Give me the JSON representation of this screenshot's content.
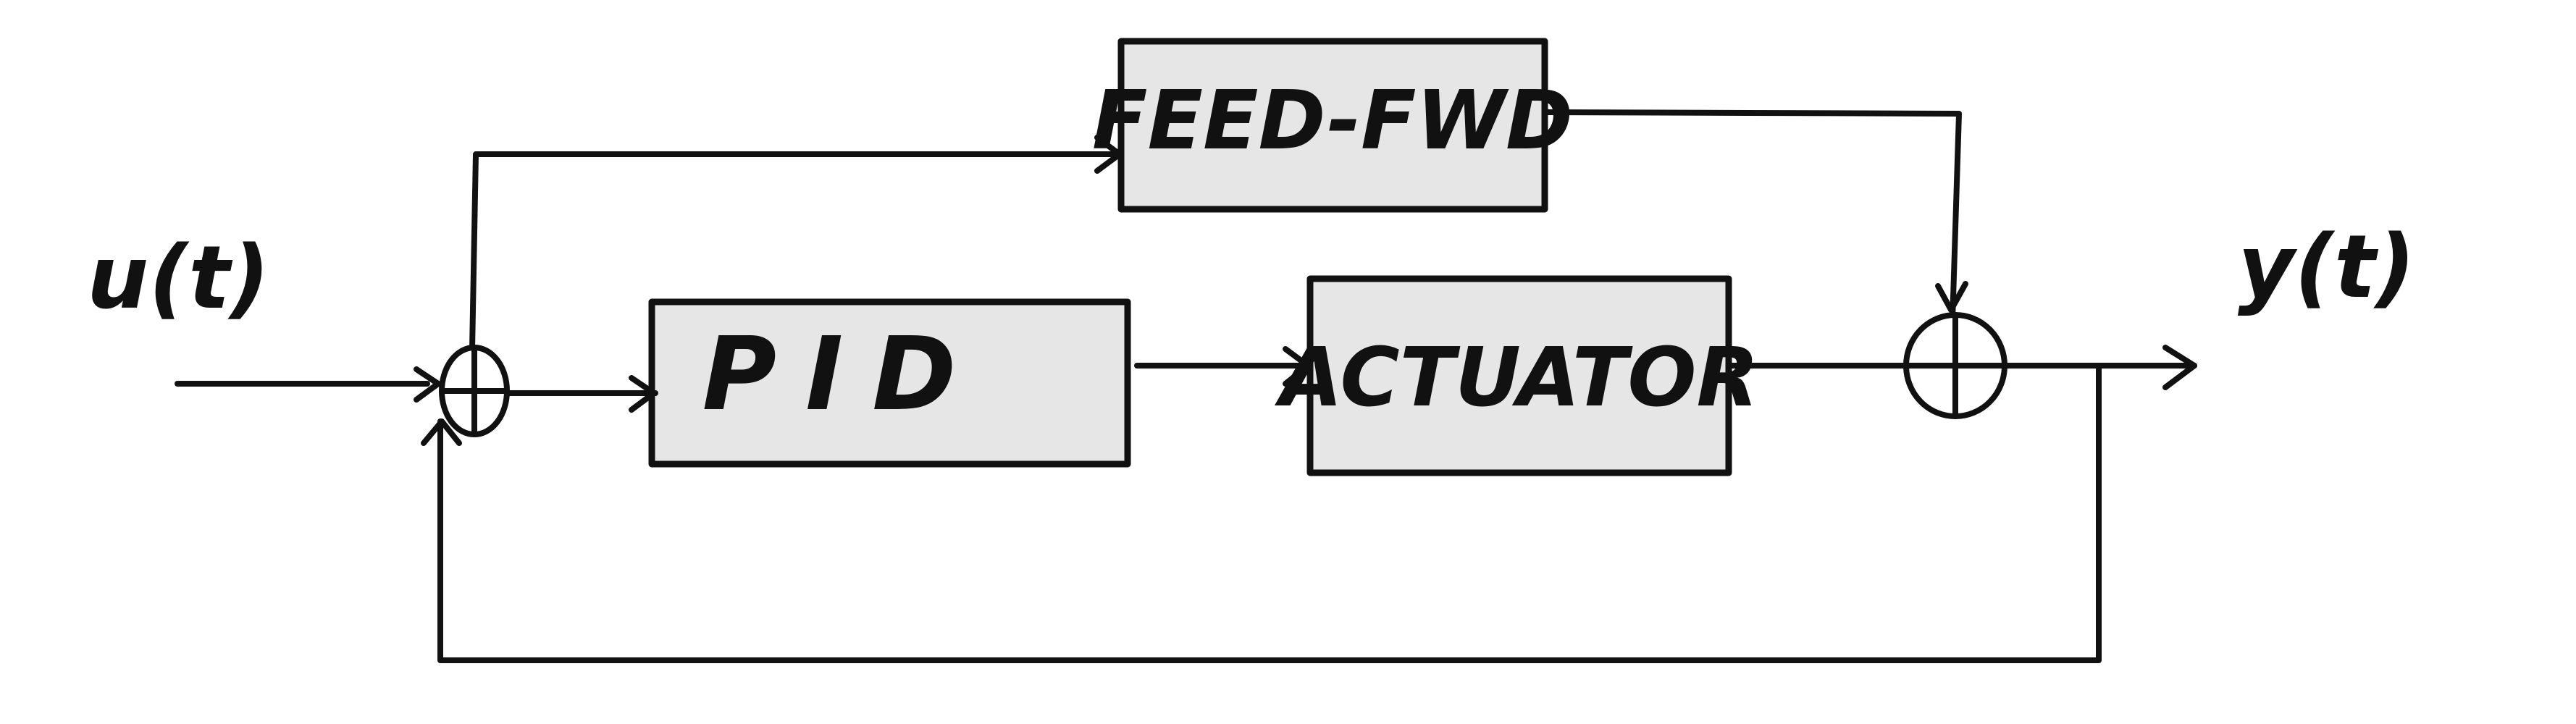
{
  "diagram": {
    "input_label": "u(t)",
    "output_label": "y(t)",
    "blocks": {
      "feed_forward": "FEED-FWD",
      "pid": "PID",
      "actuator": "ACTUATOR"
    },
    "colors": {
      "block_fill": "#e6e6e6",
      "stroke": "#111111",
      "background": "#ffffff"
    }
  }
}
